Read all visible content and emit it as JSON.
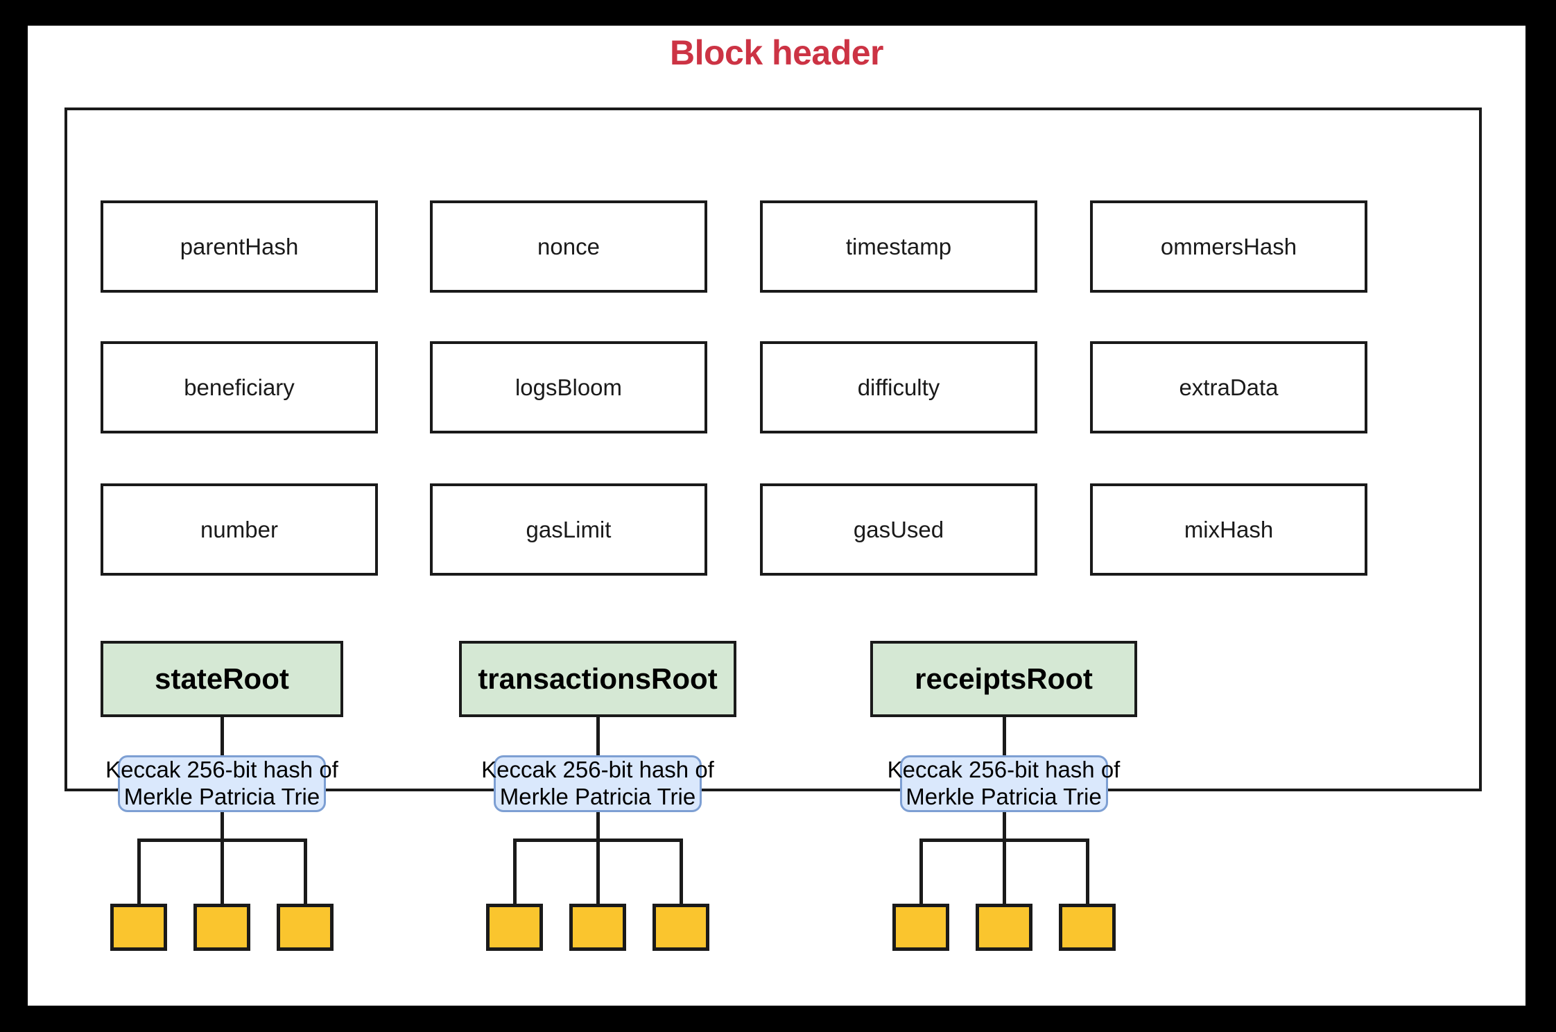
{
  "title": "Block header",
  "colors": {
    "title_red": "#cc3344",
    "root_green": "#d5e8d4",
    "callout_blue_fill": "#dae8fc",
    "callout_blue_border": "#7d9fd3",
    "leaf_yellow": "#fac52e",
    "stroke_black": "#1a1a1a",
    "page_background": "#ffffff",
    "frame_black": "#000000"
  },
  "header_fields": [
    {
      "label": "parentHash",
      "row": 0,
      "col": 0
    },
    {
      "label": "nonce",
      "row": 0,
      "col": 1
    },
    {
      "label": "timestamp",
      "row": 0,
      "col": 2
    },
    {
      "label": "ommersHash",
      "row": 0,
      "col": 3
    },
    {
      "label": "beneficiary",
      "row": 1,
      "col": 0
    },
    {
      "label": "logsBloom",
      "row": 1,
      "col": 1
    },
    {
      "label": "difficulty",
      "row": 1,
      "col": 2
    },
    {
      "label": "extraData",
      "row": 1,
      "col": 3
    },
    {
      "label": "number",
      "row": 2,
      "col": 0
    },
    {
      "label": "gasLimit",
      "row": 2,
      "col": 1
    },
    {
      "label": "gasUsed",
      "row": 2,
      "col": 2
    },
    {
      "label": "mixHash",
      "row": 2,
      "col": 3
    }
  ],
  "roots": [
    {
      "label": "stateRoot",
      "callout_line1": "Keccak 256-bit hash of",
      "callout_line2": "Merkle Patricia Trie",
      "leaf_count": 3
    },
    {
      "label": "transactionsRoot",
      "callout_line1": "Keccak 256-bit hash of",
      "callout_line2": "Merkle Patricia Trie",
      "leaf_count": 3
    },
    {
      "label": "receiptsRoot",
      "callout_line1": "Keccak 256-bit hash of",
      "callout_line2": "Merkle Patricia Trie",
      "leaf_count": 3
    }
  ]
}
